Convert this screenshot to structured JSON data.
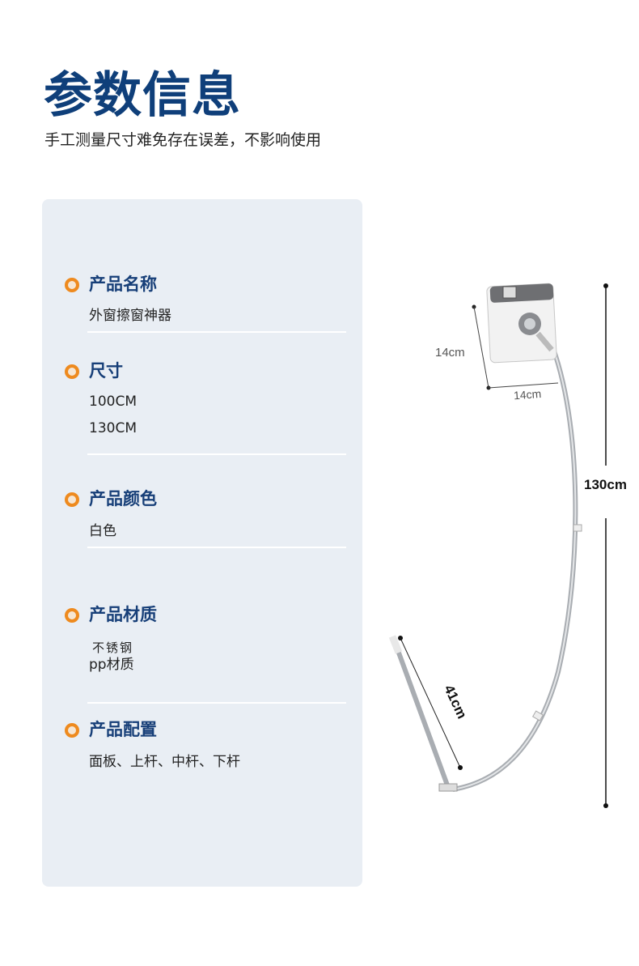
{
  "header": {
    "title": "参数信息",
    "subtitle": "手工测量尺寸难免存在误差，不影响使用"
  },
  "specs": [
    {
      "label": "产品名称",
      "values": [
        "外窗擦窗神器"
      ]
    },
    {
      "label": "尺寸",
      "values": [
        "100CM",
        "130CM"
      ]
    },
    {
      "label": "产品颜色",
      "values": [
        "白色"
      ]
    },
    {
      "label": "产品材质",
      "values": [
        "不锈钢",
        "pp材质"
      ]
    },
    {
      "label": "产品配置",
      "values": [
        "面板、上杆、中杆、下杆"
      ]
    }
  ],
  "dimensions": {
    "panel_height": "14cm",
    "panel_width": "14cm",
    "total_length": "130cm",
    "lower_pole": "41cm"
  },
  "colors": {
    "title": "#0f3f7a",
    "accent": "#ee8a1e",
    "card": "#e9eef4"
  }
}
